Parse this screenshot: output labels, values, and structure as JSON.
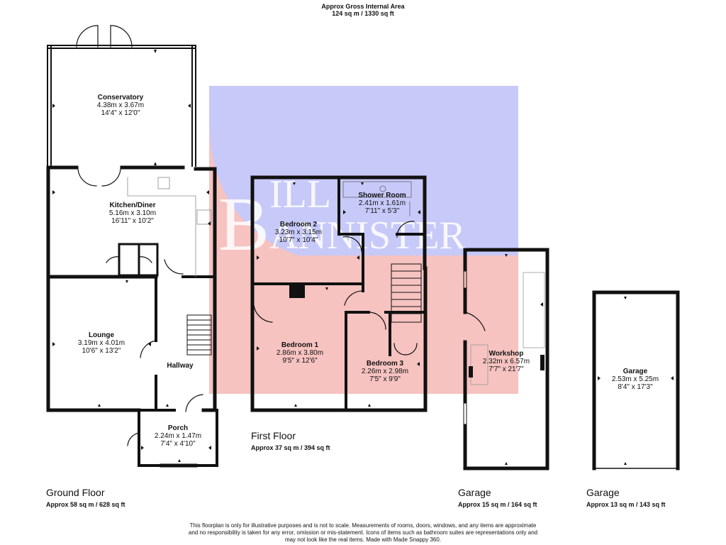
{
  "header": {
    "title": "Approx Gross Internal Area",
    "area": "124 sq m / 1330 sq ft"
  },
  "watermark": {
    "brand": "BILL BANNISTER",
    "colors": {
      "blue": "#c7c9f9",
      "red": "#f6c3c1",
      "ink": "#ffffff"
    }
  },
  "floors": {
    "ground": {
      "name": "Ground Floor",
      "area": "Approx 58 sq m / 628 sq ft"
    },
    "first": {
      "name": "First Floor",
      "area": "Approx 37 sq m / 394 sq ft"
    },
    "garage1": {
      "name": "Garage",
      "area": "Approx 15 sq m / 164 sq ft"
    },
    "garage2": {
      "name": "Garage",
      "area": "Approx 13 sq m / 143 sq ft"
    }
  },
  "rooms": {
    "conservatory": {
      "name": "Conservatory",
      "metric": "4.38m x 3.67m",
      "imperial": "14'4\" x 12'0\""
    },
    "kitchen": {
      "name": "Kitchen/Diner",
      "metric": "5.16m x 3.10m",
      "imperial": "16'11\" x 10'2\""
    },
    "lounge": {
      "name": "Lounge",
      "metric": "3.19m x 4.01m",
      "imperial": "10'6\" x 13'2\""
    },
    "hallway": {
      "name": "Hallway"
    },
    "porch": {
      "name": "Porch",
      "metric": "2.24m x 1.47m",
      "imperial": "7'4\" x 4'10\""
    },
    "bedroom2": {
      "name": "Bedroom 2",
      "metric": "3.23m x 3.15m",
      "imperial": "10'7\" x 10'4\""
    },
    "shower": {
      "name": "Shower Room",
      "metric": "2.41m x 1.61m",
      "imperial": "7'11\" x 5'3\""
    },
    "bedroom1": {
      "name": "Bedroom 1",
      "metric": "2.86m x 3.80m",
      "imperial": "9'5\" x 12'6\""
    },
    "bedroom3": {
      "name": "Bedroom 3",
      "metric": "2.26m x 2.98m",
      "imperial": "7'5\" x 9'9\""
    },
    "workshop": {
      "name": "Workshop",
      "metric": "2.32m x 6.57m",
      "imperial": "7'7\" x 21'7\""
    },
    "garage": {
      "name": "Garage",
      "metric": "2.53m x 5.25m",
      "imperial": "8'4\" x 17'3\""
    }
  },
  "disclaimer": [
    "This floorplan is only for illustrative purposes and is not to scale. Measurements of rooms, doors, windows, and any items are approximate",
    "and no responsibility is taken for any error, omission or mis-statement. Icons of items such as bathroom suites are representations only and",
    "may not look like the real items. Made with Made Snappy 360."
  ]
}
